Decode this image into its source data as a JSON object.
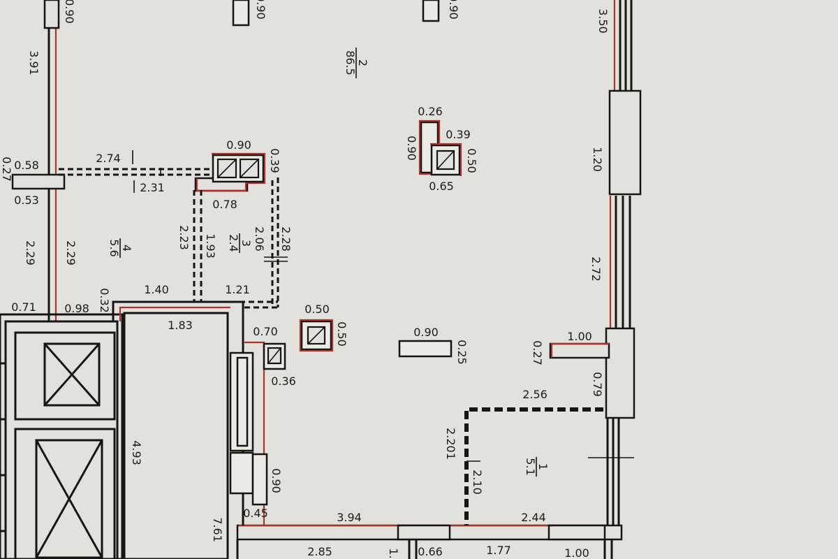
{
  "rooms": [
    {
      "id": "1",
      "area": "5.1"
    },
    {
      "id": "2",
      "area": "86.5"
    },
    {
      "id": "3",
      "area": "2.4"
    },
    {
      "id": "4",
      "area": "5.6"
    }
  ],
  "dimensions": {
    "top_a": "0.90",
    "top_b": "0.90",
    "top_c": "0.90",
    "d_3_91": "3.91",
    "d_3_50": "3.50",
    "d_1_20": "1.20",
    "d_2_72": "2.72",
    "d_0_26": "0.26",
    "d_0_39a": "0.39",
    "d_0_90a": "0.90",
    "d_0_50a": "0.50",
    "d_0_65": "0.65",
    "d_0_90b": "0.90",
    "d_0_39b": "0.39",
    "d_2_74": "2.74",
    "d_2_31": "2.31",
    "d_0_58": "0.58",
    "d_0_27a": "0.27",
    "d_0_53": "0.53",
    "d_2_29a": "2.29",
    "d_2_29b": "2.29",
    "d_0_78": "0.78",
    "d_2_23": "2.23",
    "d_1_93": "1.93",
    "d_2_06": "2.06",
    "d_2_28": "2.28",
    "d_1_40": "1.40",
    "d_1_21": "1.21",
    "d_0_32": "0.32",
    "d_0_71": "0.71",
    "d_0_98": "0.98",
    "d_1_83": "1.83",
    "d_0_50b": "0.50",
    "d_0_50c": "0.50",
    "d_0_70": "0.70",
    "d_0_36": "0.36",
    "d_0_90c": "0.90",
    "d_0_25": "0.25",
    "d_1_00a": "1.00",
    "d_0_27b": "0.27",
    "d_0_79": "0.79",
    "d_2_56": "2.56",
    "d_2_201": "2.201",
    "d_2_10": "2.10",
    "d_2_44": "2.44",
    "d_4_93": "4.93",
    "d_0_90d": "0.90",
    "d_0_45": "0.45",
    "d_3_94": "3.94",
    "d_7_61": "7.61",
    "d_2_85": "2.85",
    "d_0_66": "0.66",
    "d_1_77": "1.77",
    "d_1_00b": "1.00",
    "d_1_x": "1."
  }
}
